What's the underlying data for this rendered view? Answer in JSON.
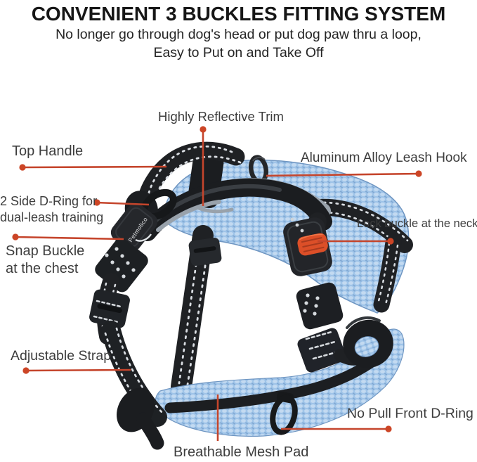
{
  "header": {
    "title": "CONVENIENT 3 BUCKLES FITTING SYSTEM",
    "subtitle_line1": "No longer go through dog's head or put dog paw thru a loop,",
    "subtitle_line2": "Easy to Put on and Take Off"
  },
  "callouts": [
    {
      "id": "highly-reflective-trim",
      "label": "Highly Reflective Trim"
    },
    {
      "id": "top-handle",
      "label": "Top Handle"
    },
    {
      "id": "aluminum-alloy-leash-hook",
      "label": "Aluminum Alloy Leash Hook"
    },
    {
      "id": "side-d-ring",
      "lines": [
        "2 Side D-Ring for",
        "dual-leash training"
      ]
    },
    {
      "id": "lock-buckle",
      "label": "Lock buckle at the neck"
    },
    {
      "id": "snap-buckle",
      "lines": [
        "Snap Buckle",
        "at the chest"
      ]
    },
    {
      "id": "adjustable-strap",
      "label": "Adjustable Strap"
    },
    {
      "id": "no-pull-front-d-ring",
      "label": "No Pull Front D-Ring"
    },
    {
      "id": "breathable-mesh-pad",
      "label": "Breathable Mesh Pad"
    }
  ],
  "product": {
    "brand_on_buckle": "Petmolico"
  },
  "colors": {
    "leader_line": "#c5452c",
    "leader_dot": "#cc4526",
    "title_text": "#161616",
    "label_text": "#3d3d3d",
    "mesh_blue": "#9fc4e8",
    "mesh_highlight": "#c3daf1",
    "strap_black": "#1e2023",
    "stitch_white": "#d9dde2",
    "reflective_gray": "#99a2ab",
    "buckle_orange": "#dc4f28",
    "background": "#ffffff"
  }
}
